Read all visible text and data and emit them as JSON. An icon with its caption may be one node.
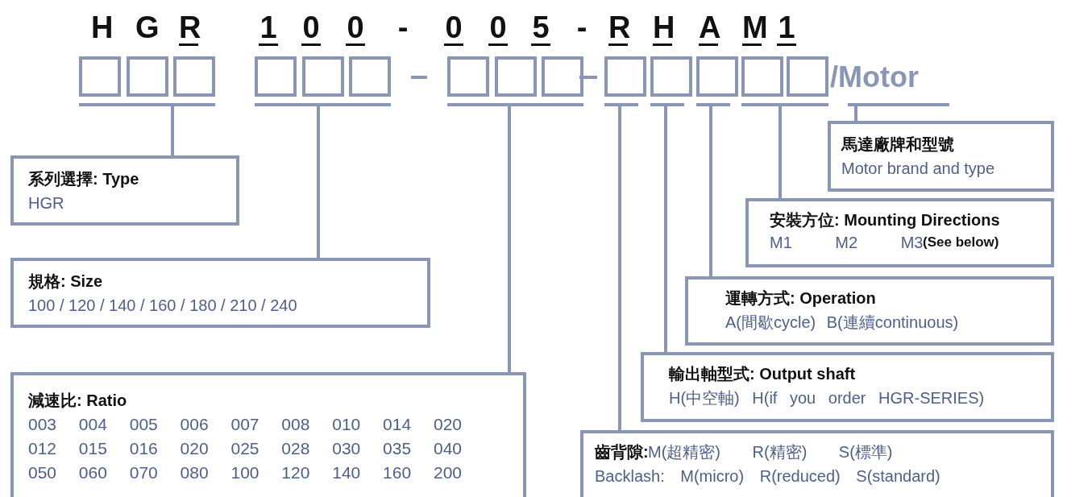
{
  "diagram": {
    "nodes": [
      {
        "text": [],
        "shape": "box"
      },
      {
        "text": [],
        "shape": "box"
      },
      {
        "text": [],
        "shape": "box"
      },
      {
        "text": [],
        "shape": "box"
      },
      {
        "text": [],
        "shape": "box"
      },
      {
        "text": [],
        "shape": "box"
      },
      {
        "text": [],
        "shape": "box"
      },
      {
        "text": [],
        "shape": "box"
      },
      {
        "text": [],
        "shape": "box"
      },
      {
        "text": [],
        "shape": "box"
      },
      {
        "text": [],
        "shape": "box"
      },
      {
        "text": [],
        "shape": "box"
      },
      {
        "text": [],
        "shape": "box"
      },
      {
        "text": [],
        "shape": "box"
      },
      {
        "text": [],
        "shape": "bar"
      },
      {
        "text": [],
        "shape": "bar"
      },
      {
        "text": [],
        "shape": "bar"
      },
      {
        "text": [],
        "shape": "bar"
      },
      {
        "text": [],
        "shape": "bar"
      },
      {
        "text": [],
        "shape": "bar"
      },
      {
        "text": [],
        "shape": "bar"
      },
      {
        "text": [],
        "shape": "bar"
      },
      {
        "text": [
          "馬達廠牌和型號",
          "Motor brand and type"
        ]
      },
      {
        "text": [
          "系列選擇: Type",
          "HGR"
        ]
      },
      {
        "text": [
          "安裝方位: Mounting Directions",
          "M1 M2 M3",
          "(See below)"
        ]
      },
      {
        "text": [
          "規格: Size",
          "100 / 120 / 140 / 160 / 180 / 210 / 240"
        ]
      },
      {
        "text": [
          "運轉方式: Operation",
          "A(間歇cycle) B(連續continuous)"
        ]
      },
      {
        "text": [
          "輸出軸型式: Output shaft",
          "H(中空軸) H(if you order HGR-SERIES)"
        ]
      },
      {
        "text": [
          "減速比: Ratio",
          "003 004 005 006 007 008 010 014 020",
          "012 015 016 020 025 028 030 035 040",
          "050 060 070 080 100 120 140 160 200"
        ]
      },
      {
        "text": [
          "齒背隙:",
          "M(超精密) R(精密) S(標準)",
          "Backlash: M(micro) R(reduced) S(standard)"
        ]
      }
    ],
    "edges": [
      {
        "from": 14,
        "to": 23,
        "arrow": "none"
      },
      {
        "from": 15,
        "to": 25,
        "arrow": "none"
      },
      {
        "from": 16,
        "to": 28,
        "arrow": "none"
      },
      {
        "from": 17,
        "to": 29,
        "arrow": "none"
      },
      {
        "from": 18,
        "to": 27,
        "arrow": "none"
      },
      {
        "from": 19,
        "to": 26,
        "arrow": "none"
      },
      {
        "from": 20,
        "to": 24,
        "arrow": "none"
      },
      {
        "from": 21,
        "to": 22,
        "arrow": "none"
      }
    ],
    "labels": [
      "H",
      "G",
      "R",
      "1",
      "0",
      "0",
      "-",
      "0",
      "0",
      "5",
      "-",
      "R",
      "H",
      "A",
      "M",
      "1",
      "/Motor"
    ]
  }
}
